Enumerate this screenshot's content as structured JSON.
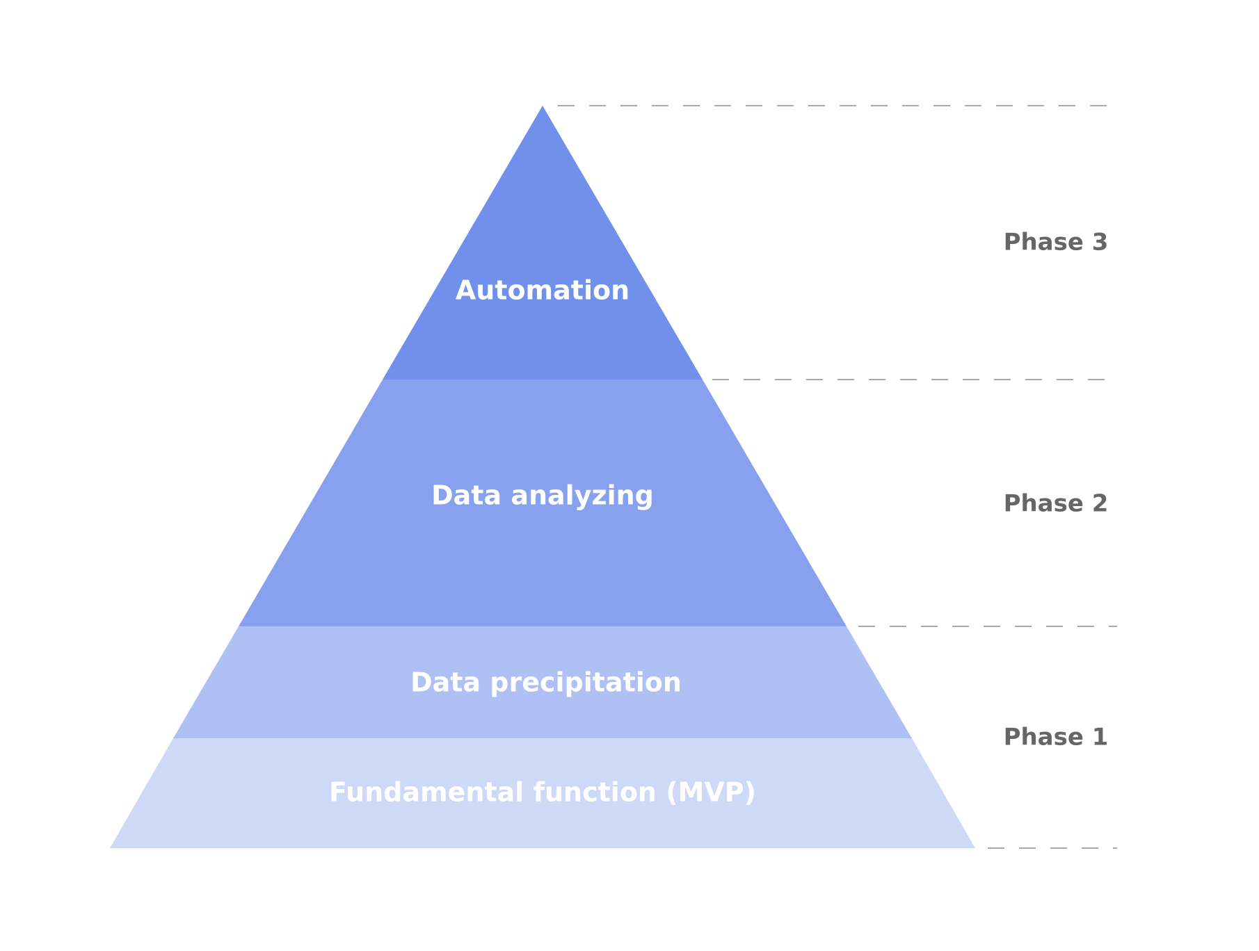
{
  "diagram": {
    "layers": [
      {
        "label": "Automation",
        "color": "#7090eb"
      },
      {
        "label": "Data analyzing",
        "color": "#88a1ee"
      },
      {
        "label": "Data precipitation",
        "color": "#aec0f4"
      },
      {
        "label": "Fundamental function (MVP)",
        "color": "#cdd9f7"
      }
    ],
    "phases": [
      {
        "label": "Phase 3"
      },
      {
        "label": "Phase 2"
      },
      {
        "label": "Phase 1"
      }
    ],
    "guide_color": "#a8a8a8",
    "phase_text_color": "#666666",
    "layer_text_color": "#ffffff"
  }
}
